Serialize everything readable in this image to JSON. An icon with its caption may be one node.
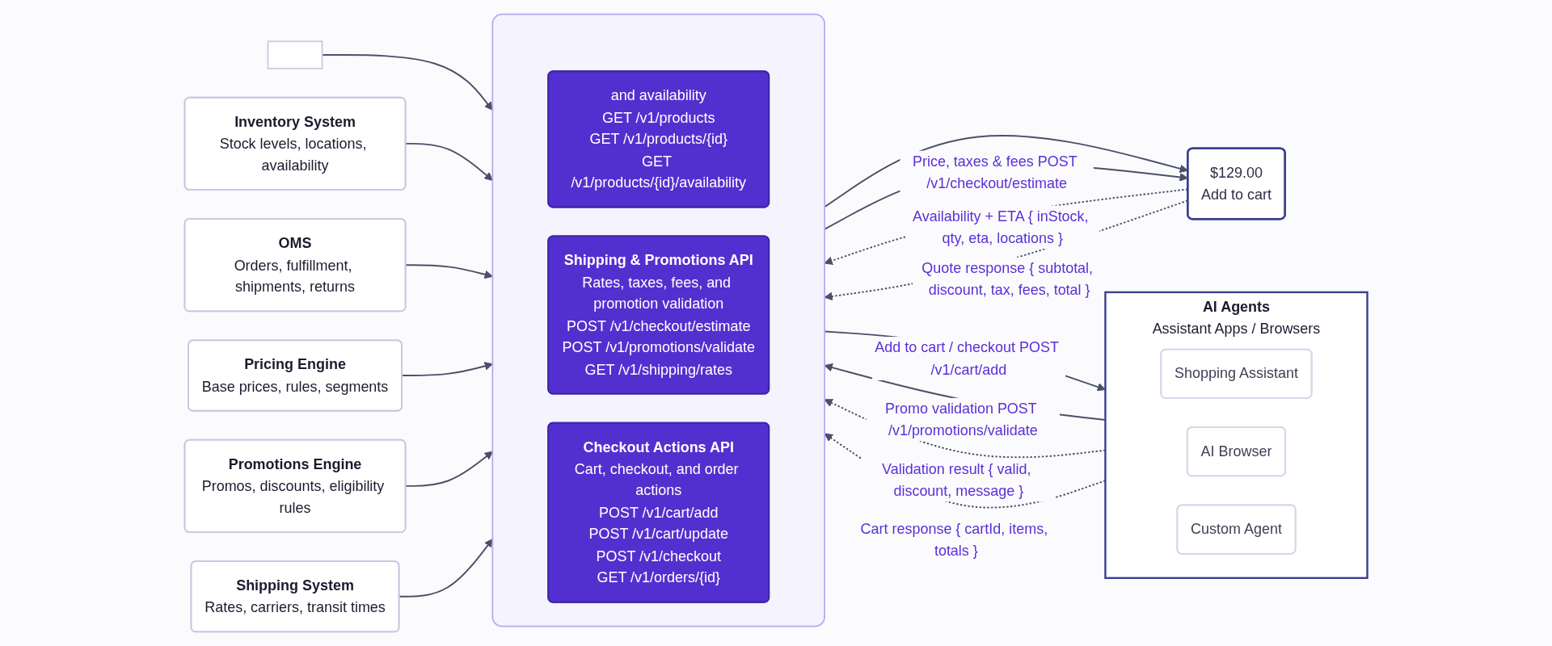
{
  "diagram": {
    "nodes": [
      {
        "text": [],
        "shape": "box"
      },
      {
        "text": [
          "Inventory System",
          "Stock levels, locations, availability"
        ]
      },
      {
        "text": [
          "OMS",
          "Orders, fulfillment, shipments, returns"
        ]
      },
      {
        "text": [
          "Pricing Engine",
          "Base prices, rules, segments"
        ]
      },
      {
        "text": [
          "Promotions Engine",
          "Promos, discounts, eligibility rules"
        ]
      },
      {
        "text": [
          "Shipping System",
          "Rates, carriers, transit times"
        ]
      },
      {
        "text": [],
        "shape": "box"
      },
      {
        "text": [
          "and availability",
          "GET /v1/products",
          "GET /v1/products/{id}",
          "GET /v1/products/{id}/availability"
        ],
        "in": 6
      },
      {
        "text": [
          "Shipping & Promotions API",
          "Rates, taxes, fees, and promotion validation",
          "POST /v1/checkout/estimate",
          "POST /v1/promotions/validate",
          "GET /v1/shipping/rates"
        ],
        "in": 6
      },
      {
        "text": [
          "Checkout Actions API",
          "Cart, checkout, and order actions",
          "POST /v1/cart/add",
          "POST /v1/cart/update",
          "POST /v1/checkout",
          "GET /v1/orders/{id}"
        ],
        "in": 6
      },
      {
        "text": [
          "$129.00",
          "Add to cart"
        ]
      },
      {
        "text": [
          "AI Agents",
          "Assistant Apps / Browsers"
        ]
      },
      {
        "text": [
          "Shopping Assistant"
        ],
        "in": 11
      },
      {
        "text": [
          "AI Browser"
        ],
        "in": 11
      },
      {
        "text": [
          "Custom Agent"
        ],
        "in": 11
      }
    ],
    "edges": [
      {
        "from": 0,
        "to": 6,
        "arrow": "to"
      },
      {
        "from": 1,
        "to": 6,
        "arrow": "to"
      },
      {
        "from": 2,
        "to": 6,
        "arrow": "to"
      },
      {
        "from": 3,
        "to": 6,
        "arrow": "to"
      },
      {
        "from": 4,
        "to": 6,
        "arrow": "to"
      },
      {
        "from": 5,
        "to": 6,
        "arrow": "to"
      },
      {
        "from": 6,
        "to": 10,
        "arrow": "to"
      },
      {
        "from": 10,
        "to": 6,
        "arrow": "to",
        "style": "dashed",
        "label": "Availability + ETA { inStock, qty, eta, locations }"
      },
      {
        "from": 6,
        "to": 10,
        "arrow": "to",
        "label": "Price, taxes & fees POST /v1/checkout/estimate"
      },
      {
        "from": 10,
        "to": 6,
        "arrow": "to",
        "style": "dashed",
        "label": "Quote response { subtotal, discount, tax, fees, total }"
      },
      {
        "from": 11,
        "to": 6,
        "arrow": "to",
        "label": "Promo validation POST /v1/promotions/validate"
      },
      {
        "from": 11,
        "to": 6,
        "arrow": "to",
        "style": "dashed",
        "label": "Validation result { valid, discount, message }"
      },
      {
        "from": 6,
        "to": 11,
        "arrow": "to",
        "label": "Add to cart / checkout POST /v1/cart/add"
      },
      {
        "from": 11,
        "to": 6,
        "arrow": "to",
        "style": "dashed",
        "label": "Cart response { cartId, items, totals }"
      }
    ]
  }
}
